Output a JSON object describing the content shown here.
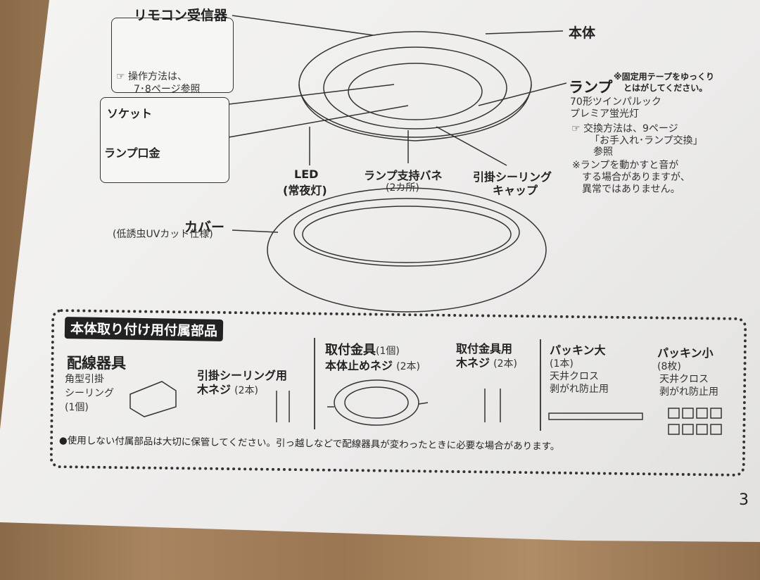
{
  "diagram": {
    "remote_receiver": "リモコン受信器",
    "remote_note_1": "操作方法は、",
    "remote_note_2": "7･8ページ参照",
    "socket": "ソケット",
    "lamp_base": "ランプ口金",
    "body": "本体",
    "lamp": "ランプ",
    "lamp_tape_note_1": "※固定用テープをゆっくり",
    "lamp_tape_note_2": "とはがしてください。",
    "lamp_type_1": "70形ツインパルック",
    "lamp_type_2": "プレミア蛍光灯",
    "replace_note_1": "交換方法は、9ページ",
    "replace_note_2": "「お手入れ･ランプ交換」",
    "replace_note_3": "参照",
    "sound_note_1": "※ランプを動かすと音が",
    "sound_note_2": "する場合がありますが、",
    "sound_note_3": "異常ではありません。",
    "led_1": "LED",
    "led_2": "(常夜灯)",
    "spring_1": "ランプ支持バネ",
    "spring_2": "(2カ所)",
    "cap_1": "引掛シーリング",
    "cap_2": "キャップ",
    "cover": "カバー",
    "cover_note": "(低誘虫UVカット仕様)"
  },
  "accessories": {
    "header": "本体取り付け用付属部品",
    "wiring": {
      "title": "配線器具",
      "l1": "角型引掛",
      "l2": "シーリング",
      "l3": "(1個)"
    },
    "ceiling_screw": {
      "l1": "引掛シーリング用",
      "l2": "木ネジ",
      "count": "(2本)"
    },
    "bracket": {
      "title": "取付金具",
      "count": "(1個)",
      "l2": "本体止めネジ",
      "count2": "(2本)"
    },
    "bracket_screw": {
      "l1": "取付金具用",
      "l2": "木ネジ",
      "count": "(2本)"
    },
    "packing_large": {
      "title": "パッキン大",
      "count": "(1本)",
      "l1": "天井クロス",
      "l2": "剥がれ防止用"
    },
    "packing_small": {
      "title": "パッキン小",
      "count": "(8枚)",
      "l1": "天井クロス",
      "l2": "剥がれ防止用"
    },
    "note": "●使用しない付属部品は大切に保管してください。引っ越しなどで配線器具が変わったときに必要な場合があります。"
  },
  "page_number": "3"
}
